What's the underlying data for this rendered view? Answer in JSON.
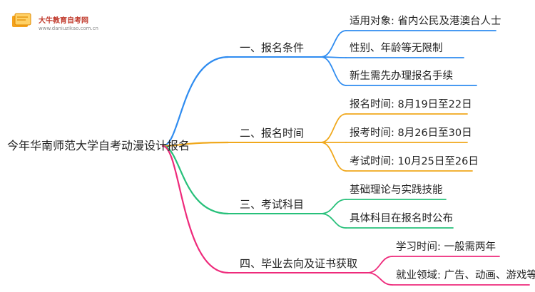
{
  "logo": {
    "title": "大牛教育自考网",
    "url": "www.daniuzikao.com.cn"
  },
  "root": {
    "label": "今年华南师范大学自考动漫设计报名"
  },
  "branches": [
    {
      "label": "一、报名条件",
      "color": "#2f8cf0",
      "items": [
        "适用对象: 省内公民及港澳台人士",
        "性别、年龄等无限制",
        "新生需先办理报名手续"
      ]
    },
    {
      "label": "二、报名时间",
      "color": "#f0a81c",
      "items": [
        "报名时间: 8月19日至22日",
        "报考时间: 8月26日至30日",
        "考试时间: 10月25日至26日"
      ]
    },
    {
      "label": "三、考试科目",
      "color": "#27c07a",
      "items": [
        "基础理论与实践技能",
        "具体科目在报名时公布"
      ]
    },
    {
      "label": "四、毕业去向及证书获取",
      "color": "#ee2a7b",
      "items": [
        "学习时间: 一般需两年",
        "就业领域: 广告、动画、游戏等"
      ]
    }
  ]
}
